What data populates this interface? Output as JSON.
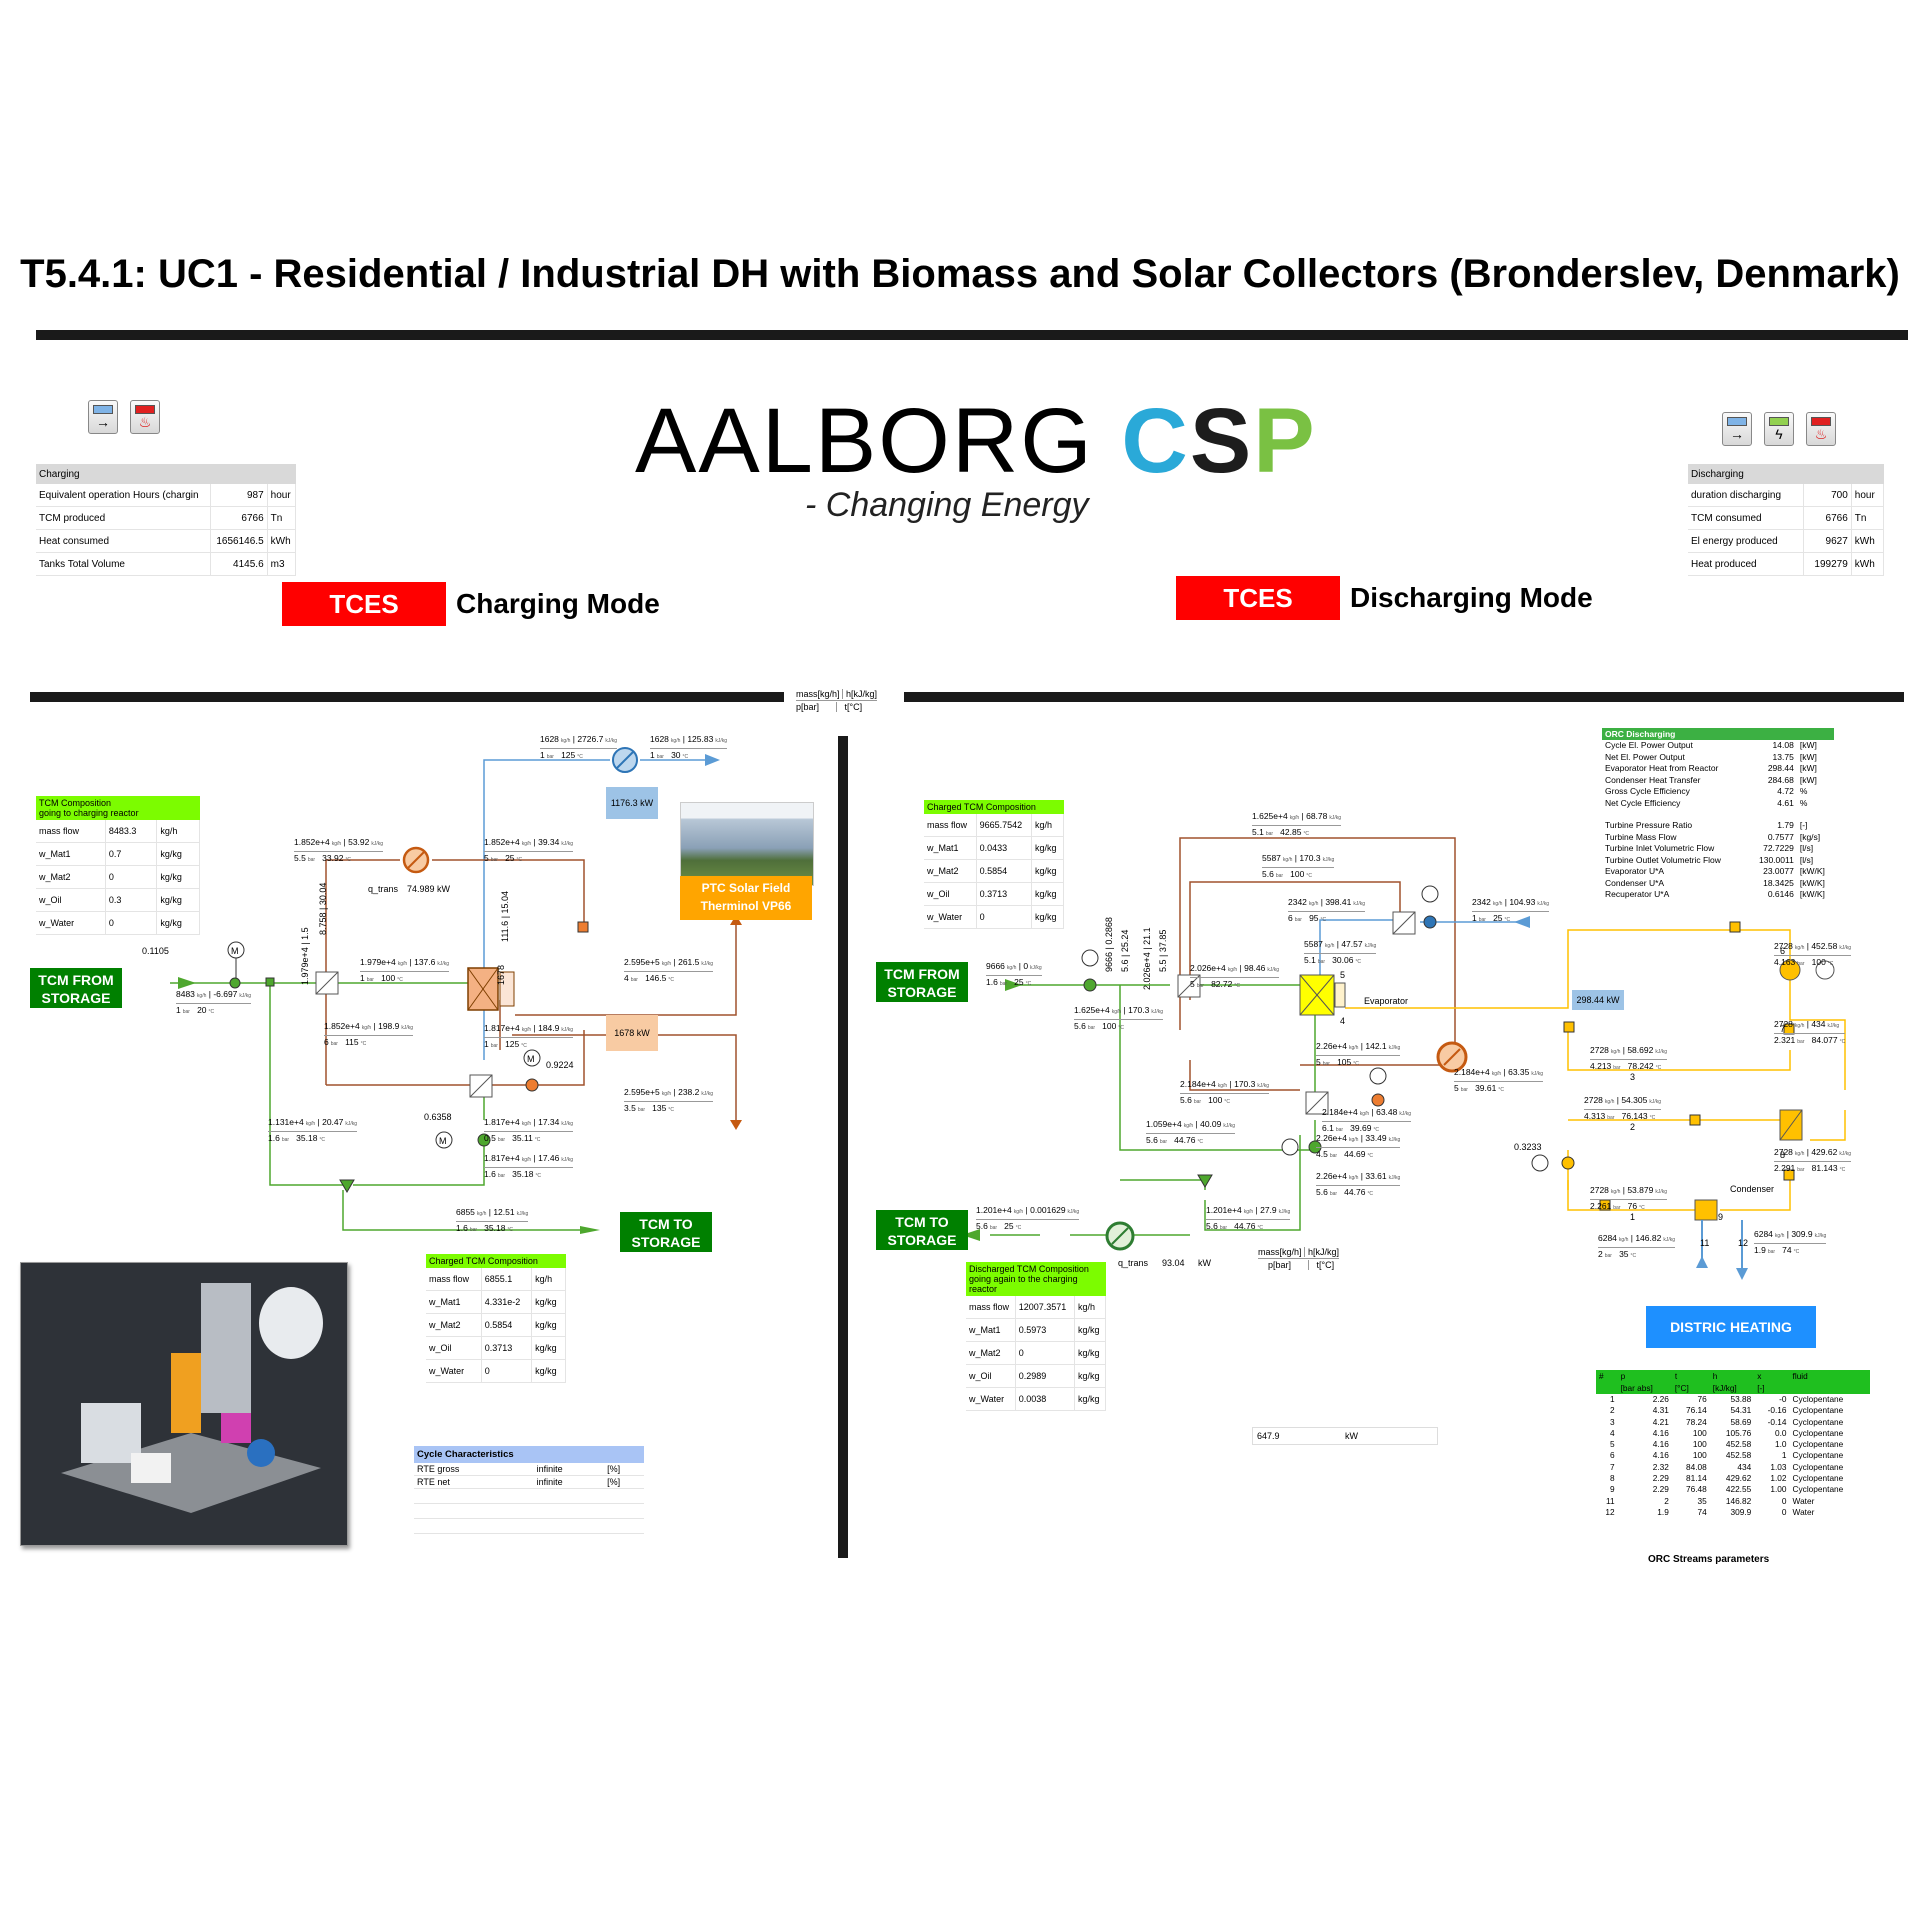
{
  "title": "T5.4.1: UC1 - Residential / Industrial DH with Biomass and Solar Collectors (Bronderslev, Denmark)",
  "logo": {
    "part1": "AALBORG ",
    "c": "C",
    "s": "S",
    "p": "P",
    "tagline": "- Changing Energy"
  },
  "charging_summary": {
    "header": "Charging",
    "rows": [
      {
        "label": "Equivalent operation Hours (chargin",
        "value": "987",
        "unit": "hour"
      },
      {
        "label": "TCM produced",
        "value": "6766",
        "unit": "Tn"
      },
      {
        "label": "Heat consumed",
        "value": "1656146.5",
        "unit": "kWh"
      },
      {
        "label": "Tanks Total Volume",
        "value": "4145.6",
        "unit": "m3"
      }
    ]
  },
  "discharging_summary": {
    "header": "Discharging",
    "rows": [
      {
        "label": "duration discharging",
        "value": "700",
        "unit": "hour"
      },
      {
        "label": "TCM consumed",
        "value": "6766",
        "unit": "Tn"
      },
      {
        "label": "El energy produced",
        "value": "9627",
        "unit": "kWh"
      },
      {
        "label": "Heat produced",
        "value": "199279",
        "unit": "kWh"
      }
    ]
  },
  "charging_mode": {
    "tag": "TCES",
    "label": "Charging Mode"
  },
  "discharging_mode": {
    "tag": "TCES",
    "label": "Discharging Mode"
  },
  "legend": {
    "mass": "mass[kg/h]",
    "enthalpy": "h[kJ/kg]",
    "pressure": "p[bar]",
    "temp": "t[°C]"
  },
  "charging": {
    "tcm_from_storage": "TCM FROM STORAGE",
    "tcm_to_storage": "TCM TO STORAGE",
    "solar_field": "PTC Solar Field\nTherminol VP66",
    "kw_blue": "1176.3 kW",
    "kw_orange": "1678 kW",
    "q_trans_label": "q_trans",
    "q_trans_value": "74.989 kW",
    "flow_0_1105": "0.1105",
    "flow_0_9224": "0.9224",
    "flow_0_6358": "0.6358",
    "composition_in": {
      "title1": "TCM Composition",
      "title2": "going to charging reactor",
      "rows": [
        {
          "label": "mass flow",
          "value": "8483.3",
          "unit": "kg/h"
        },
        {
          "label": "w_Mat1",
          "value": "0.7",
          "unit": "kg/kg"
        },
        {
          "label": "w_Mat2",
          "value": "0",
          "unit": "kg/kg"
        },
        {
          "label": "w_Oil",
          "value": "0.3",
          "unit": "kg/kg"
        },
        {
          "label": "w_Water",
          "value": "0",
          "unit": "kg/kg"
        }
      ]
    },
    "composition_out": {
      "title1": "Charged TCM Composition",
      "rows": [
        {
          "label": "mass flow",
          "value": "6855.1",
          "unit": "kg/h"
        },
        {
          "label": "w_Mat1",
          "value": "4.331e-2",
          "unit": "kg/kg"
        },
        {
          "label": "w_Mat2",
          "value": "0.5854",
          "unit": "kg/kg"
        },
        {
          "label": "w_Oil",
          "value": "0.3713",
          "unit": "kg/kg"
        },
        {
          "label": "w_Water",
          "value": "0",
          "unit": "kg/kg"
        }
      ]
    },
    "cycle": {
      "title": "Cycle Characteristics",
      "rows": [
        {
          "label": "RTE gross",
          "value": "infinite",
          "unit": "[%]"
        },
        {
          "label": "RTE net",
          "value": "infinite",
          "unit": "[%]"
        }
      ]
    },
    "streams": [
      {
        "m": "1628",
        "h": "2726.7",
        "p": "1",
        "t": "125"
      },
      {
        "m": "1628",
        "h": "125.83",
        "p": "1",
        "t": "30"
      },
      {
        "m": "1.852e+4",
        "h": "53.92",
        "p": "5.5",
        "t": "33.92"
      },
      {
        "m": "1.852e+4",
        "h": "39.34",
        "p": "5",
        "t": "25"
      },
      {
        "m": "1.979e+4",
        "h": "137.6",
        "p": "1",
        "t": "100"
      },
      {
        "m": "2.595e+5",
        "h": "261.5",
        "p": "4",
        "t": "146.5"
      },
      {
        "m": "1.852e+4",
        "h": "198.9",
        "p": "6",
        "t": "115"
      },
      {
        "m": "1.817e+4",
        "h": "184.9",
        "p": "1",
        "t": "125"
      },
      {
        "m": "2.595e+5",
        "h": "238.2",
        "p": "3.5",
        "t": "135"
      },
      {
        "m": "1.131e+4",
        "h": "20.47",
        "p": "1.6",
        "t": "35.18"
      },
      {
        "m": "1.817e+4",
        "h": "17.34",
        "p": "0.5",
        "t": "35.11"
      },
      {
        "m": "1.817e+4",
        "h": "17.46",
        "p": "1.6",
        "t": "35.18"
      },
      {
        "m": "6855",
        "h": "12.51",
        "p": "1.6",
        "t": "35.18"
      },
      {
        "m": "8483",
        "h": "-6.697",
        "p": "1",
        "t": "20"
      }
    ],
    "vertical_streams": [
      {
        "m": "1.979e+4",
        "p": "1.5"
      },
      {
        "m": "8.758",
        "p": "30.04"
      },
      {
        "m": "1678",
        "p": ""
      },
      {
        "m": "111.6",
        "p": "15.04"
      }
    ]
  },
  "discharging": {
    "tcm_from_storage": "TCM FROM STORAGE",
    "tcm_to_storage": "TCM TO STORAGE",
    "district_heating": "DISTRIC HEATING",
    "evaporator": "Evaporator",
    "condenser": "Condenser",
    "kw_evap": "298.44 kW",
    "q_trans_label": "q_trans",
    "q_trans_value": "93.04",
    "q_trans_unit": "kW",
    "bottom_value": "647.9",
    "bottom_unit": "kW",
    "flow_0_3233": "0.3233",
    "composition_in": {
      "title1": "Charged TCM Composition",
      "rows": [
        {
          "label": "mass flow",
          "value": "9665.7542",
          "unit": "kg/h"
        },
        {
          "label": "w_Mat1",
          "value": "0.0433",
          "unit": "kg/kg"
        },
        {
          "label": "w_Mat2",
          "value": "0.5854",
          "unit": "kg/kg"
        },
        {
          "label": "w_Oil",
          "value": "0.3713",
          "unit": "kg/kg"
        },
        {
          "label": "w_Water",
          "value": "0",
          "unit": "kg/kg"
        }
      ]
    },
    "composition_out": {
      "title1": "Discharged TCM Composition",
      "title2": "going again to the charging reactor",
      "rows": [
        {
          "label": "mass flow",
          "value": "12007.3571",
          "unit": "kg/h"
        },
        {
          "label": "w_Mat1",
          "value": "0.5973",
          "unit": "kg/kg"
        },
        {
          "label": "w_Mat2",
          "value": "0",
          "unit": "kg/kg"
        },
        {
          "label": "w_Oil",
          "value": "0.2989",
          "unit": "kg/kg"
        },
        {
          "label": "w_Water",
          "value": "0.0038",
          "unit": "kg/kg"
        }
      ]
    },
    "orc": {
      "title": "ORC Discharging",
      "rows": [
        {
          "label": "Cycle El. Power Output",
          "value": "14.08",
          "unit": "[kW]"
        },
        {
          "label": "Net El. Power Output",
          "value": "13.75",
          "unit": "[kW]"
        },
        {
          "label": "Evaporator Heat from Reactor",
          "value": "298.44",
          "unit": "[kW]"
        },
        {
          "label": "Condenser Heat Transfer",
          "value": "284.68",
          "unit": "[kW]"
        },
        {
          "label": "Gross Cycle Efficiency",
          "value": "4.72",
          "unit": "%"
        },
        {
          "label": "Net Cycle Efficiency",
          "value": "4.61",
          "unit": "%"
        },
        {
          "label": "",
          "value": "",
          "unit": ""
        },
        {
          "label": "Turbine Pressure Ratio",
          "value": "1.79",
          "unit": "[-]"
        },
        {
          "label": "Turbine Mass Flow",
          "value": "0.7577",
          "unit": "[kg/s]"
        },
        {
          "label": "Turbine Inlet Volumetric Flow",
          "value": "72.7229",
          "unit": "[l/s]"
        },
        {
          "label": "Turbine Outlet Volumetric Flow",
          "value": "130.0011",
          "unit": "[l/s]"
        },
        {
          "label": "Evaporator U*A",
          "value": "23.0077",
          "unit": "[kW/K]"
        },
        {
          "label": "Condenser U*A",
          "value": "18.3425",
          "unit": "[kW/K]"
        },
        {
          "label": "Recuperator U*A",
          "value": "0.6146",
          "unit": "[kW/K]"
        }
      ]
    },
    "orc_streams": {
      "caption": "ORC Streams parameters",
      "headers": [
        "#",
        "p",
        "t",
        "h",
        "x",
        "fluid"
      ],
      "units": [
        "",
        "[bar abs]",
        "[°C]",
        "[kJ/kg]",
        "[-]",
        ""
      ],
      "rows": [
        [
          "1",
          "2.26",
          "76",
          "53.88",
          "-0",
          "Cyclopentane"
        ],
        [
          "2",
          "4.31",
          "76.14",
          "54.31",
          "-0.16",
          "Cyclopentane"
        ],
        [
          "3",
          "4.21",
          "78.24",
          "58.69",
          "-0.14",
          "Cyclopentane"
        ],
        [
          "4",
          "4.16",
          "100",
          "105.76",
          "0.0",
          "Cyclopentane"
        ],
        [
          "5",
          "4.16",
          "100",
          "452.58",
          "1.0",
          "Cyclopentane"
        ],
        [
          "6",
          "4.16",
          "100",
          "452.58",
          "1",
          "Cyclopentane"
        ],
        [
          "7",
          "2.32",
          "84.08",
          "434",
          "1.03",
          "Cyclopentane"
        ],
        [
          "8",
          "2.29",
          "81.14",
          "429.62",
          "1.02",
          "Cyclopentane"
        ],
        [
          "9",
          "2.29",
          "76.48",
          "422.55",
          "1.00",
          "Cyclopentane"
        ],
        [
          "11",
          "2",
          "35",
          "146.82",
          "0",
          "Water"
        ],
        [
          "12",
          "1.9",
          "74",
          "309.9",
          "0",
          "Water"
        ]
      ]
    },
    "streams": [
      {
        "m": "1.625e+4",
        "h": "68.78",
        "p": "5.1",
        "t": "42.85"
      },
      {
        "m": "5587",
        "h": "170.3",
        "p": "5.6",
        "t": "100"
      },
      {
        "m": "2342",
        "h": "398.41",
        "p": "6",
        "t": "95"
      },
      {
        "m": "2342",
        "h": "104.93",
        "p": "1",
        "t": "25"
      },
      {
        "m": "5587",
        "h": "47.57",
        "p": "5.1",
        "t": "30.06"
      },
      {
        "m": "9666",
        "h": "0",
        "p": "1.6",
        "t": "25"
      },
      {
        "m": "2.026e+4",
        "h": "98.46",
        "p": "5",
        "t": "82.72"
      },
      {
        "m": "1.625e+4",
        "h": "170.3",
        "p": "5.6",
        "t": "100"
      },
      {
        "m": "2.26e+4",
        "h": "142.1",
        "p": "5",
        "t": "105"
      },
      {
        "m": "2.184e+4",
        "h": "170.3",
        "p": "5.6",
        "t": "100"
      },
      {
        "m": "2.184e+4",
        "h": "63.35",
        "p": "5",
        "t": "39.61"
      },
      {
        "m": "2.184e+4",
        "h": "63.48",
        "p": "6.1",
        "t": "39.69"
      },
      {
        "m": "2.26e+4",
        "h": "33.49",
        "p": "4.5",
        "t": "44.69"
      },
      {
        "m": "1.059e+4",
        "h": "40.09",
        "p": "5.6",
        "t": "44.76"
      },
      {
        "m": "2.26e+4",
        "h": "33.61",
        "p": "5.6",
        "t": "44.76"
      },
      {
        "m": "1.201e+4",
        "h": "0.001629",
        "p": "5.6",
        "t": "25"
      },
      {
        "m": "1.201e+4",
        "h": "27.9",
        "p": "5.6",
        "t": "44.76"
      },
      {
        "m": "2728",
        "h": "452.58",
        "p": "4.163",
        "t": "100"
      },
      {
        "m": "2728",
        "h": "434",
        "p": "2.321",
        "t": "84.077"
      },
      {
        "m": "2728",
        "h": "58.692",
        "p": "4.213",
        "t": "78.242"
      },
      {
        "m": "2728",
        "h": "54.305",
        "p": "4.313",
        "t": "76.143"
      },
      {
        "m": "2728",
        "h": "429.62",
        "p": "2.291",
        "t": "81.143"
      },
      {
        "m": "2728",
        "h": "53.879",
        "p": "2.261",
        "t": "76"
      },
      {
        "m": "6284",
        "h": "146.82",
        "p": "2",
        "t": "35"
      },
      {
        "m": "6284",
        "h": "309.9",
        "p": "1.9",
        "t": "74"
      }
    ],
    "vertical_streams": [
      {
        "m": "9666",
        "p": "0.2868"
      },
      {
        "m": "5.6",
        "p": "25.24"
      },
      {
        "m": "2.026e+4",
        "p": "21.1"
      },
      {
        "m": "5.5",
        "p": "37.85"
      }
    ],
    "node_numbers": [
      "1",
      "2",
      "3",
      "4",
      "5",
      "6",
      "7",
      "8",
      "9",
      "11",
      "12"
    ]
  },
  "legend_discharging": {
    "mass": "mass[kg/h]",
    "enthalpy": "h[kJ/kg]",
    "pressure": "p[bar]",
    "temp": "t[°C]"
  },
  "colors": {
    "tces_red": "#ff0000",
    "tcm_green": "#008000",
    "steam_blue": "#5b9bd5",
    "oil_orange": "#c55a11",
    "orc_yellow": "#ffc000",
    "tcm_line": "#4ea72e",
    "table_green": "#7cfc00",
    "kw_blue": "#9dc3e6",
    "kw_orange": "#f8cba3"
  }
}
